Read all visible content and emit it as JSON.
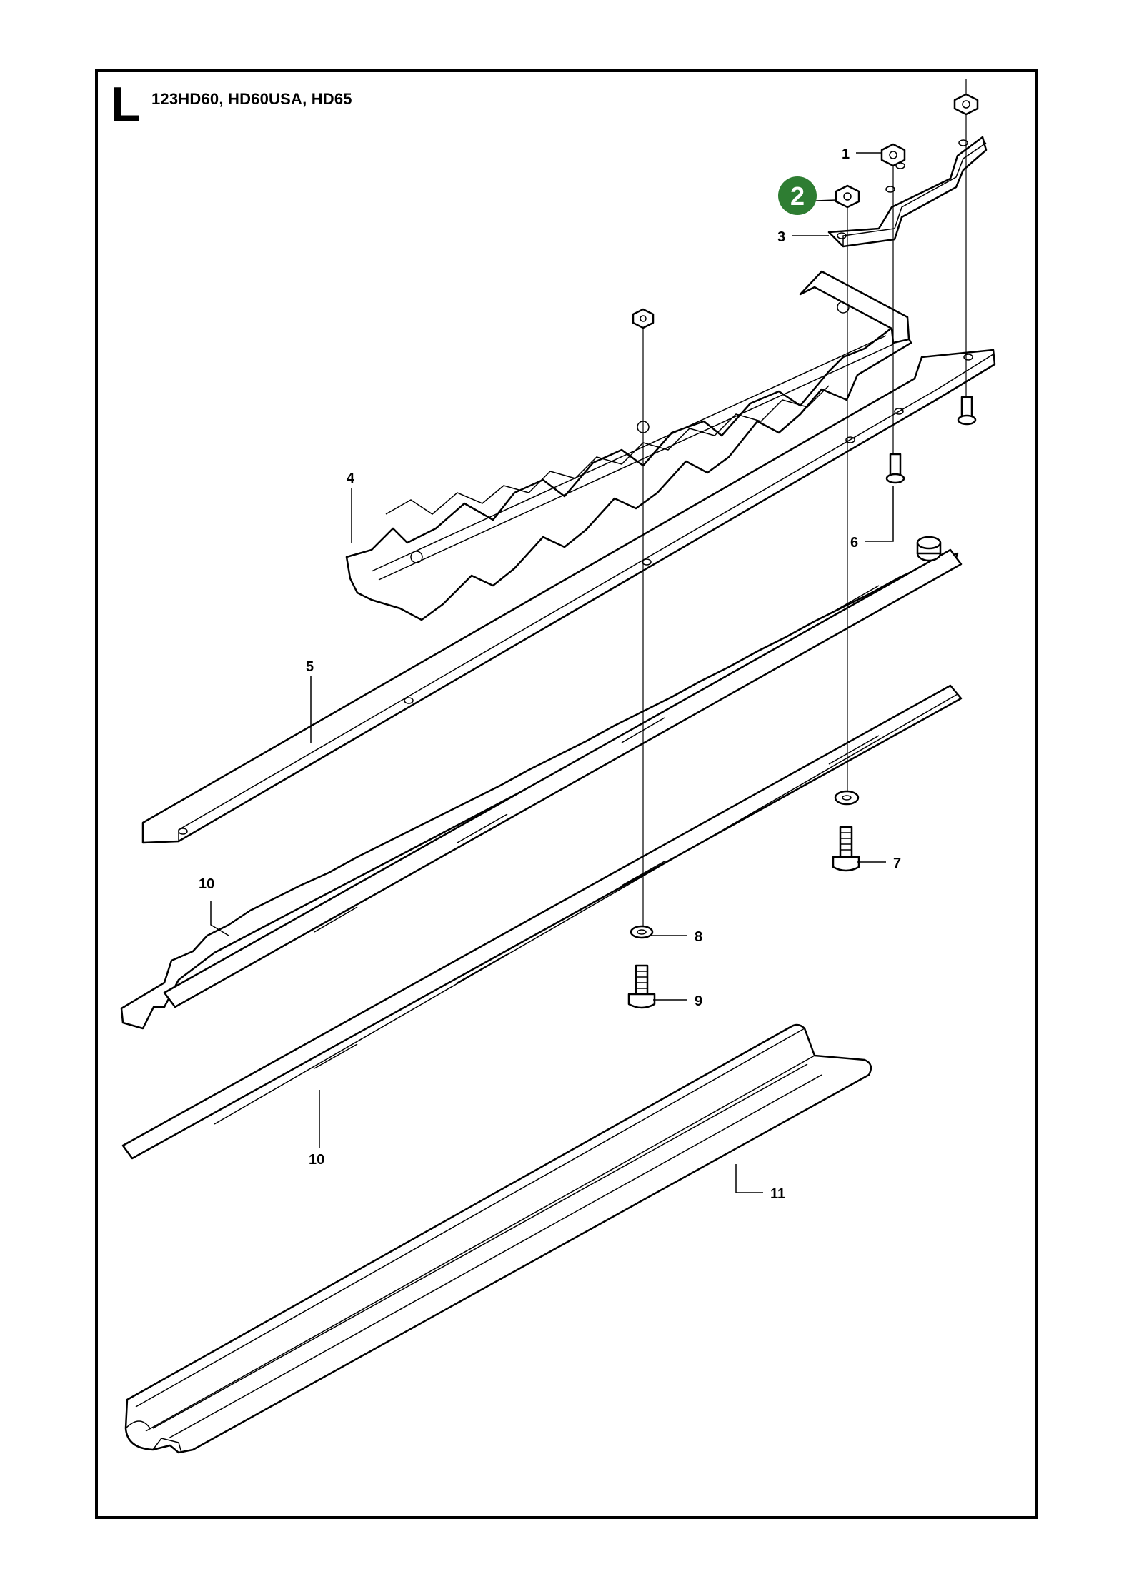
{
  "header": {
    "section_letter": "L",
    "models": "123HD60, HD60USA, HD65"
  },
  "badge": {
    "number": "2",
    "color": "#2e7d32"
  },
  "callouts": {
    "c1": "1",
    "c3": "3",
    "c4": "4",
    "c5": "5",
    "c6": "6",
    "c7": "7",
    "c8": "8",
    "c9": "9",
    "c10a": "10",
    "c10b": "10",
    "c11": "11"
  }
}
